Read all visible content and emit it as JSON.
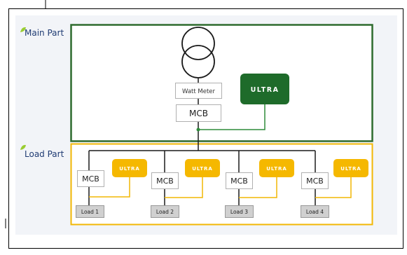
{
  "sections": {
    "main_label": "Main Part",
    "load_label": "Load Part"
  },
  "main": {
    "watt_meter": "Watt Meter",
    "mcb": "MCB",
    "ultra": "ULTRA"
  },
  "branches": [
    {
      "mcb": "MCB",
      "ultra": "ULTRA",
      "load": "Load 1"
    },
    {
      "mcb": "MCB",
      "ultra": "ULTRA",
      "load": "Load 2"
    },
    {
      "mcb": "MCB",
      "ultra": "ULTRA",
      "load": "Load 3"
    },
    {
      "mcb": "MCB",
      "ultra": "ULTRA",
      "load": "Load 4"
    }
  ],
  "colors": {
    "main_border": "#2e6b2e",
    "load_border": "#f2b705",
    "ultra_main_fill": "#1e6b2a",
    "ultra_load_fill": "#f5b800",
    "load_fill": "#d0d0d0",
    "panel_bg": "#f2f4f8",
    "leaf_bullet": "#9acd32"
  }
}
